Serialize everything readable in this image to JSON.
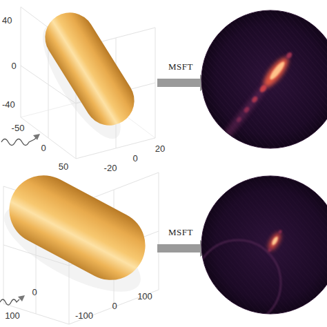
{
  "diagram": {
    "labels": [
      "40",
      "0",
      "-40",
      "-50",
      "0",
      "50",
      "-20",
      "0",
      "20",
      "MSFT",
      "0",
      "100",
      "-100",
      "0",
      "100",
      "MSFT"
    ]
  }
}
